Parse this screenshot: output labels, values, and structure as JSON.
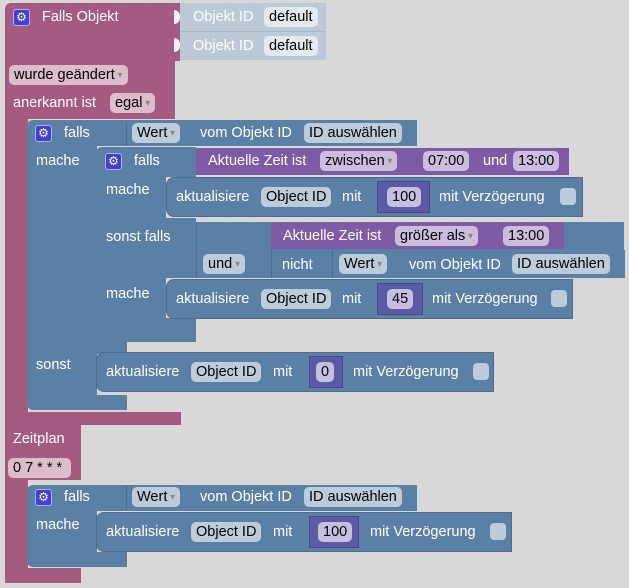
{
  "trigger_block": {
    "title": "Falls Objekt",
    "object_rows": [
      {
        "label": "Objekt ID",
        "value": "default"
      },
      {
        "label": "Objekt ID",
        "value": "default"
      }
    ],
    "change_mode": "wurde geändert",
    "ack_label": "anerkannt ist",
    "ack_value": "egal"
  },
  "outer_if": {
    "if_label": "falls",
    "do_label": "mache",
    "else_label": "sonst",
    "condition": {
      "value_dropdown": "Wert",
      "from_label": "vom Objekt ID",
      "id_field": "ID auswählen"
    }
  },
  "inner_if": {
    "if_label": "falls",
    "do_label": "mache",
    "elseif_label": "sonst falls",
    "do2_label": "mache",
    "condition1": {
      "label": "Aktuelle Zeit ist",
      "operator": "zwischen",
      "start": "07:00",
      "and_label": "und",
      "end": "13:00"
    },
    "update1": {
      "label": "aktualisiere",
      "object": "Object ID",
      "with_label": "mit",
      "value": "100",
      "delay_label": "mit Verzögerung"
    },
    "logic_op": "und",
    "condition2a": {
      "label": "Aktuelle Zeit ist",
      "operator": "größer als",
      "value": "13:00"
    },
    "condition2b": {
      "not_label": "nicht",
      "value_dropdown": "Wert",
      "from_label": "vom Objekt ID",
      "id_field": "ID auswählen"
    },
    "update2": {
      "label": "aktualisiere",
      "object": "Object ID",
      "with_label": "mit",
      "value": "45",
      "delay_label": "mit Verzögerung"
    }
  },
  "else_update": {
    "label": "aktualisiere",
    "object": "Object ID",
    "with_label": "mit",
    "value": "0",
    "delay_label": "mit Verzögerung"
  },
  "schedule_block": {
    "title": "Zeitplan",
    "cron": "0 7 * * *",
    "if_label": "falls",
    "do_label": "mache",
    "condition": {
      "value_dropdown": "Wert",
      "from_label": "vom Objekt ID",
      "id_field": "ID auswählen"
    },
    "update": {
      "label": "aktualisiere",
      "object": "Object ID",
      "with_label": "mit",
      "value": "100",
      "delay_label": "mit Verzögerung"
    }
  },
  "icons": {
    "gear": "⚙"
  }
}
